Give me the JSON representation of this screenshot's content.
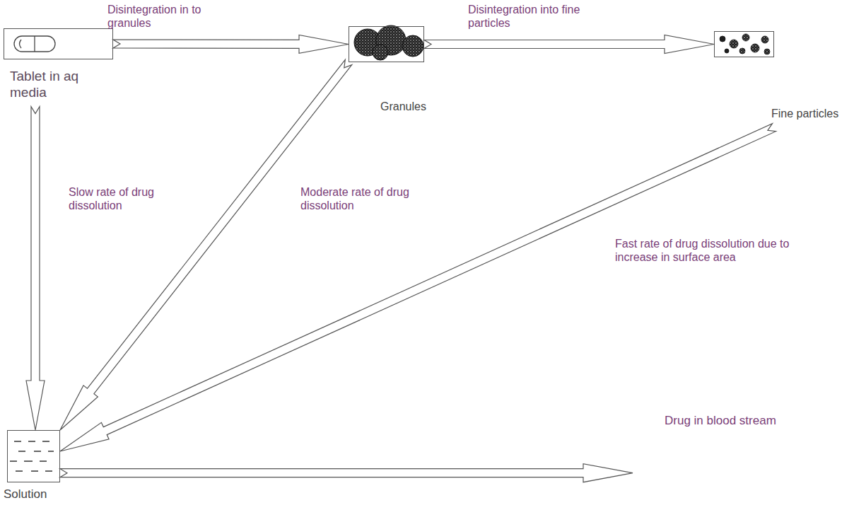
{
  "diagram": {
    "nodes": [
      {
        "text": [
          "Tablet in aq media"
        ]
      },
      {
        "text": [
          "Granules"
        ]
      },
      {
        "text": [
          "Fine particles"
        ]
      },
      {
        "text": [
          "Solution"
        ]
      },
      {
        "text": [
          "Drug in blood stream"
        ]
      }
    ],
    "edges": [
      {
        "from": 0,
        "to": 1,
        "arrow": "to",
        "label": "Disintegration in to granules"
      },
      {
        "from": 1,
        "to": 2,
        "arrow": "to",
        "label": "Disintegration into fine particles"
      },
      {
        "from": 0,
        "to": 3,
        "arrow": "to",
        "label": "Slow rate of drug dissolution"
      },
      {
        "from": 1,
        "to": 3,
        "arrow": "to",
        "label": "Moderate rate of drug dissolution"
      },
      {
        "from": 2,
        "to": 3,
        "arrow": "to",
        "label": "Fast rate of drug dissolution due to increase in surface area"
      },
      {
        "from": 3,
        "to": 4,
        "arrow": "to"
      }
    ]
  }
}
